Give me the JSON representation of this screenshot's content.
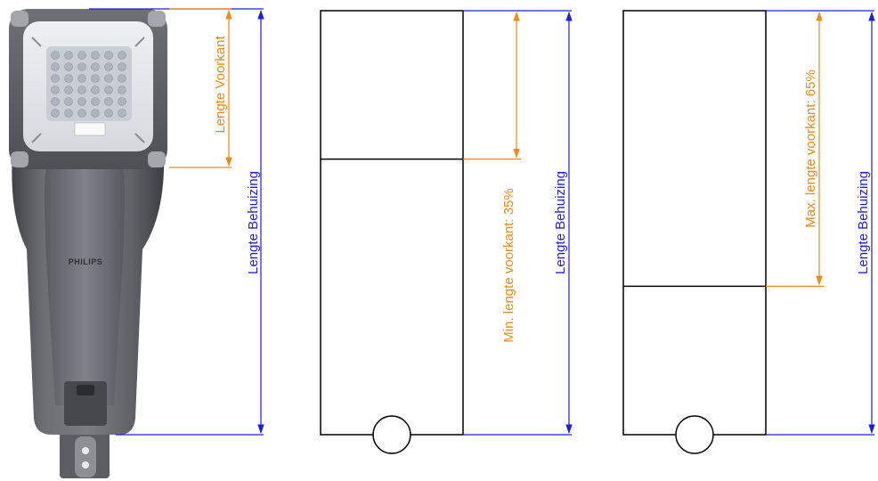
{
  "colors": {
    "housing_line": "#1f1fd6",
    "front_line": "#f08a1c",
    "outline": "#000000",
    "lamp_body": "#5e6166",
    "lamp_dark": "#3f4246",
    "lamp_light": "#8a8d92",
    "optic_panel": "#dfe3e8",
    "led_array": "#c9ced6"
  },
  "lamp_photo": {
    "brand_text": "PHILIPS",
    "label_front": "Lengte Voorkant",
    "label_housing": "Lengte Behuizing"
  },
  "diagram_min": {
    "label_front": "Min. lengte voorkant: 35%",
    "label_housing": "Lengte Behuizing",
    "front_ratio": 0.35
  },
  "diagram_max": {
    "label_front": "Max. lengte voorkant: 65%",
    "label_housing": "Lengte Behuizing",
    "front_ratio": 0.65
  }
}
